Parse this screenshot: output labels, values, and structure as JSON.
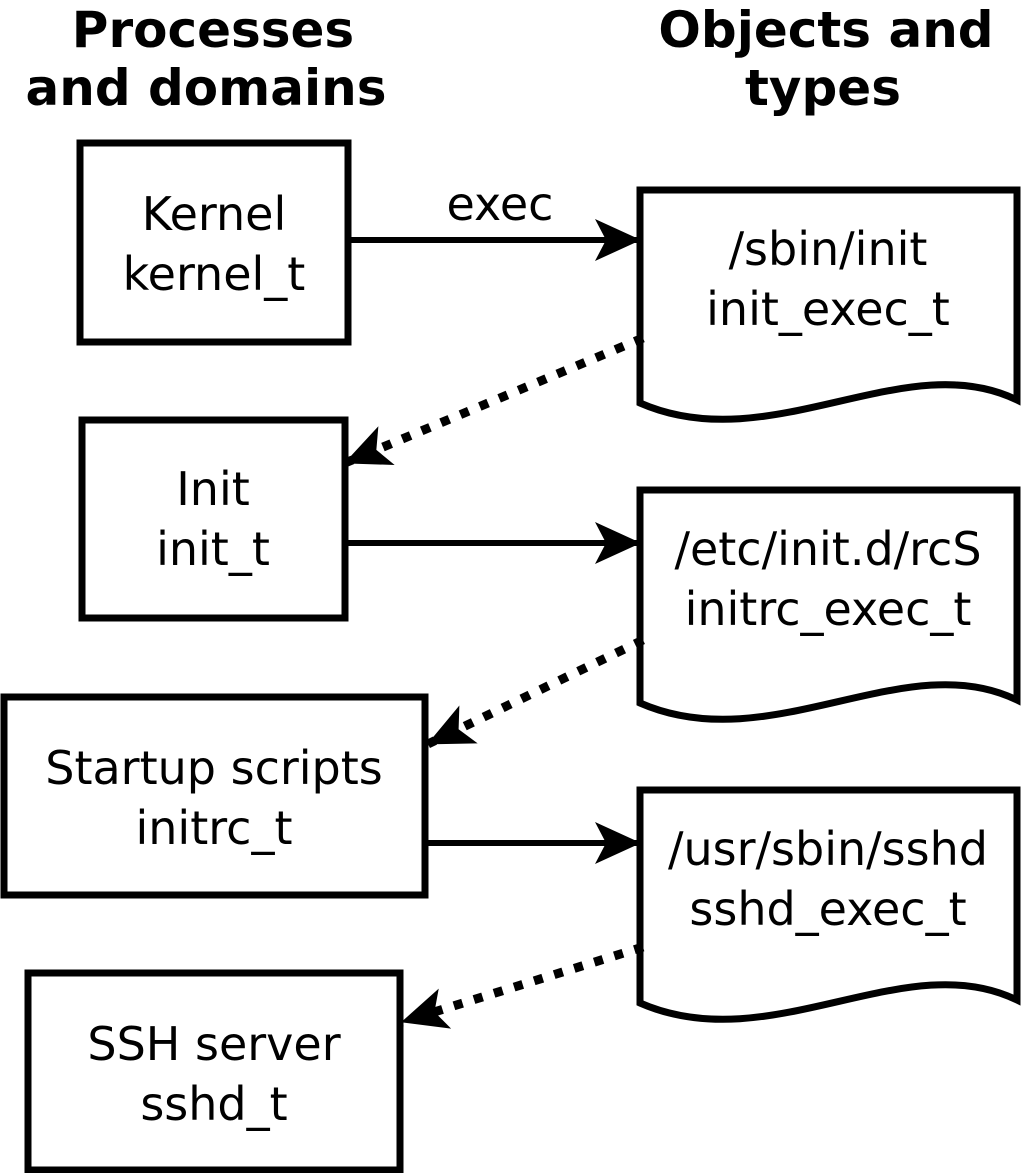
{
  "headers": {
    "left_line1": "Processes",
    "left_line2": "and domains",
    "right_line1": "Objects and",
    "right_line2": "types"
  },
  "processes": [
    {
      "label": "Kernel",
      "domain": "kernel_t"
    },
    {
      "label": "Init",
      "domain": "init_t"
    },
    {
      "label": "Startup scripts",
      "domain": "initrc_t"
    },
    {
      "label": "SSH server",
      "domain": "sshd_t"
    }
  ],
  "objects": [
    {
      "path": "/sbin/init",
      "type": "init_exec_t"
    },
    {
      "path": "/etc/init.d/rcS",
      "type": "initrc_exec_t"
    },
    {
      "path": "/usr/sbin/sshd",
      "type": "sshd_exec_t"
    }
  ],
  "arrows": {
    "exec_label": "exec"
  },
  "edges": [
    {
      "from": "kernel_t",
      "to": "/sbin/init",
      "style": "solid",
      "label": "exec"
    },
    {
      "from": "/sbin/init",
      "to": "init_t",
      "style": "dotted",
      "label": ""
    },
    {
      "from": "init_t",
      "to": "/etc/init.d/rcS",
      "style": "solid",
      "label": ""
    },
    {
      "from": "/etc/init.d/rcS",
      "to": "initrc_t",
      "style": "dotted",
      "label": ""
    },
    {
      "from": "initrc_t",
      "to": "/usr/sbin/sshd",
      "style": "solid",
      "label": ""
    },
    {
      "from": "/usr/sbin/sshd",
      "to": "sshd_t",
      "style": "dotted",
      "label": ""
    }
  ],
  "colors": {
    "ink": "#000000",
    "paper": "#ffffff"
  }
}
